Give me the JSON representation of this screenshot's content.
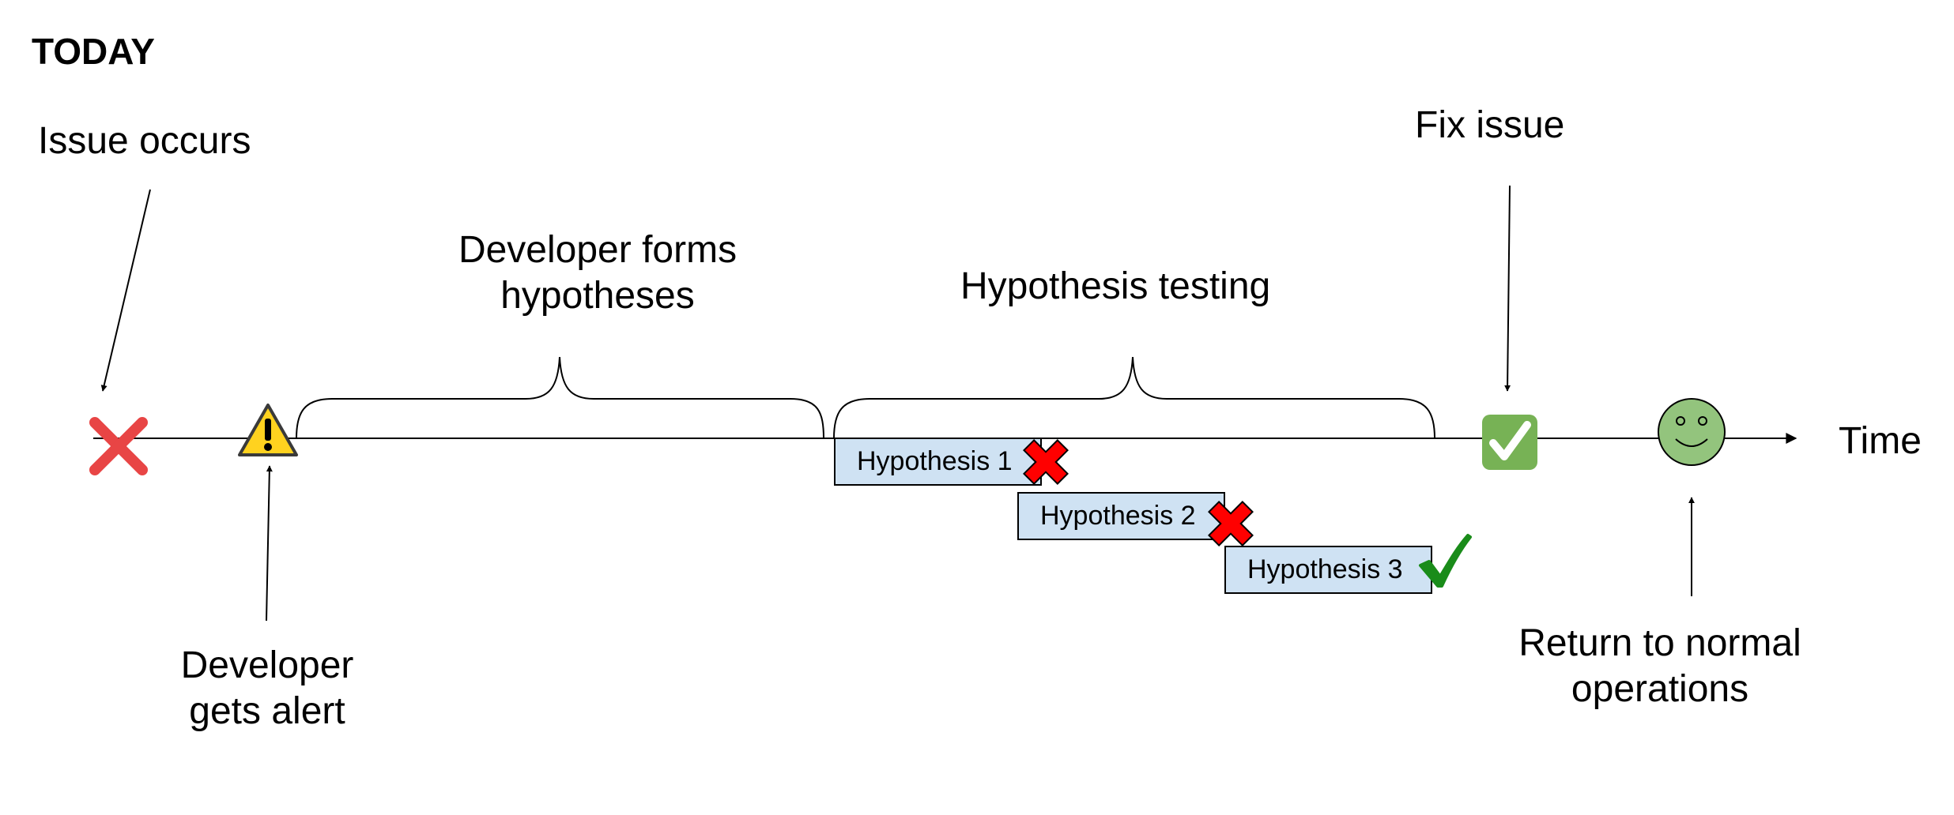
{
  "title": "TODAY",
  "axis_label": "Time",
  "events": {
    "issue": "Issue occurs",
    "alert_line1": "Developer",
    "alert_line2": "gets alert",
    "forms_line1": "Developer forms",
    "forms_line2": "hypotheses",
    "testing": "Hypothesis testing",
    "fix": "Fix issue",
    "return_line1": "Return to normal",
    "return_line2": "operations"
  },
  "hypotheses": [
    {
      "label": "Hypothesis 1",
      "result": "failed"
    },
    {
      "label": "Hypothesis 2",
      "result": "failed"
    },
    {
      "label": "Hypothesis 3",
      "result": "confirmed"
    }
  ],
  "icons": {
    "issue": "cross-mark-icon",
    "alert": "warning-icon",
    "fix": "check-mark-button-icon",
    "normal": "smiley-face-icon",
    "failed": "red-x-icon",
    "confirmed": "green-check-icon"
  },
  "colors": {
    "cross_red": "#e84545",
    "fail_red": "#ff0000",
    "warning_yellow": "#ffd21f",
    "fix_green": "#77b255",
    "smiley_green": "#93c47d",
    "hypothesis_fill": "#cfe2f3",
    "check_green": "#1a8c1a"
  }
}
